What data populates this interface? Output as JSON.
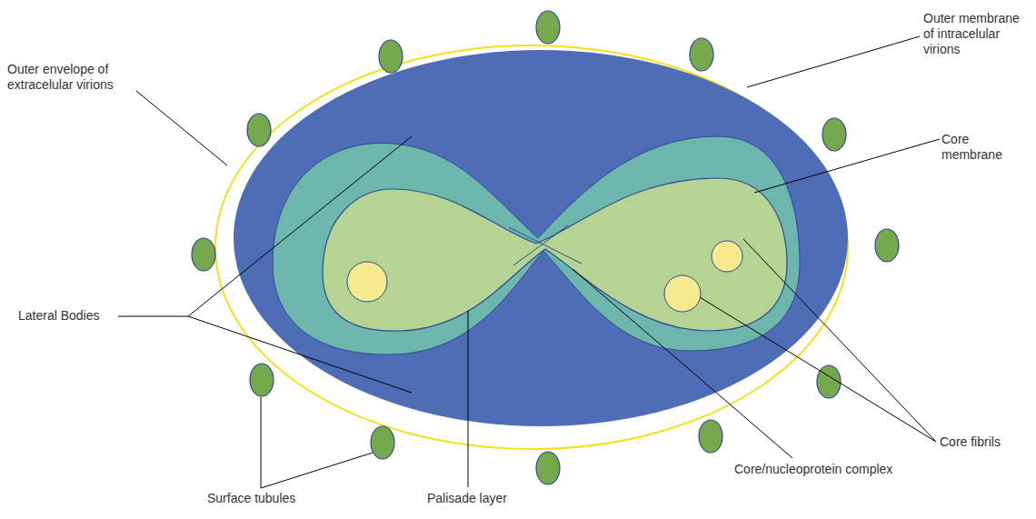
{
  "diagram": {
    "labels": [
      "Outer envelope of extracelular virions",
      "Outer membrane of intracelular virions",
      "Core membrane",
      "Lateral Bodies",
      "Core fibrils",
      "Surface tubules",
      "Palisade layer",
      "Core/nucleoprotein complex"
    ]
  }
}
